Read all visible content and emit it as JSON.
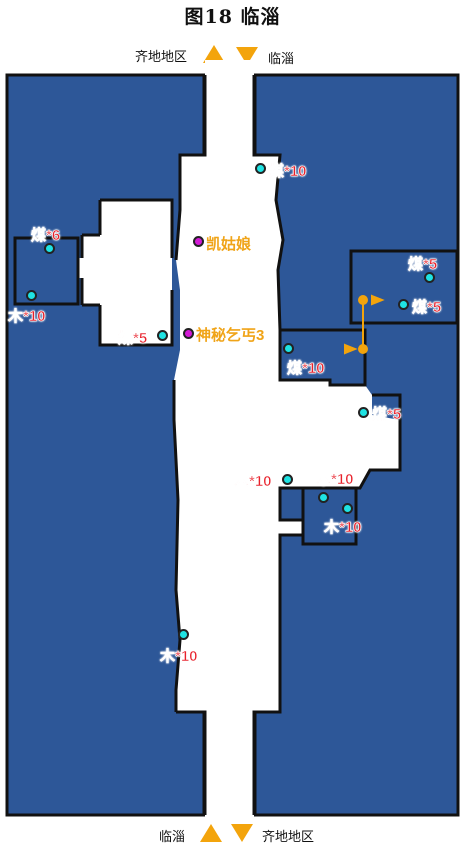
{
  "title": "图18 临淄",
  "exits": {
    "top_left": "齐地地区",
    "top_right": "临淄",
    "bottom_left": "临淄",
    "bottom_right": "齐地地区"
  },
  "colors": {
    "water": "#2d5798",
    "floor": "#ffffff",
    "wall": "#111111",
    "arrow": "#f3a40c",
    "resource": "#1fe3e3",
    "npc": "#d21ad6"
  },
  "npcs": [
    {
      "label": "凯姑娘"
    },
    {
      "label": "神秘乞丐3"
    }
  ],
  "resources": [
    {
      "label": "煤*10"
    },
    {
      "label": "煤*6"
    },
    {
      "label": "木*10"
    },
    {
      "label": "煤*5"
    },
    {
      "label": "煤*5"
    },
    {
      "label": "煤*5"
    },
    {
      "label": "煤*10"
    },
    {
      "label": "煤*5"
    },
    {
      "label": "木*10"
    },
    {
      "label": "木*10"
    },
    {
      "label": "木*10"
    },
    {
      "label": "木*10"
    }
  ]
}
